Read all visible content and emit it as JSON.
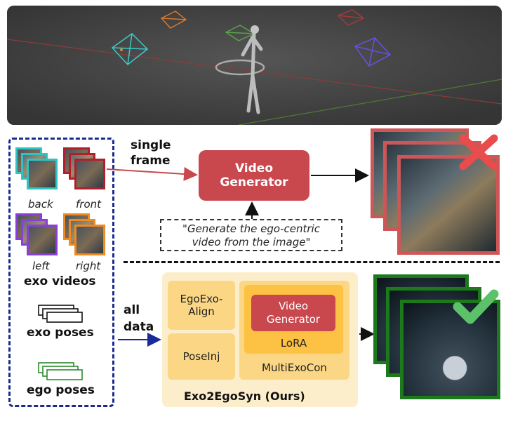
{
  "text_input": {
    "label_line1": "single",
    "label_line2": "frame"
  },
  "generator": {
    "line1": "Video",
    "line2": "Generator"
  },
  "prompt": {
    "line1": "\"Generate the ego-centric",
    "line2": "video from the image\""
  },
  "views": {
    "back": "back",
    "front": "front",
    "left": "left",
    "right": "right"
  },
  "exo_videos_label": "exo videos",
  "exo_poses_label": "exo poses",
  "ego_poses_label": "ego poses",
  "all_data": {
    "line1": "all",
    "line2": "data"
  },
  "ours": {
    "egoexo_line1": "EgoExo-",
    "egoexo_line2": "Align",
    "poseinj": "PoseInj",
    "inner_gen_line1": "Video",
    "inner_gen_line2": "Generator",
    "lora": "LoRA",
    "multiexocon": "MultiExoCon",
    "caption": "Exo2EgoSyn (Ours)"
  },
  "colors": {
    "back": "#2fc4c4",
    "front": "#b0202a",
    "left": "#8a3fd6",
    "right": "#ee8a1f",
    "generator": "#c9484e",
    "fail": "#e84c4c",
    "success": "#5cc26a",
    "exo_box": "#1b2a8f",
    "red_frame": "#cf5656",
    "green_frame": "#1c7a1c"
  },
  "icons": {
    "fail": "cross-icon",
    "success": "check-icon"
  }
}
